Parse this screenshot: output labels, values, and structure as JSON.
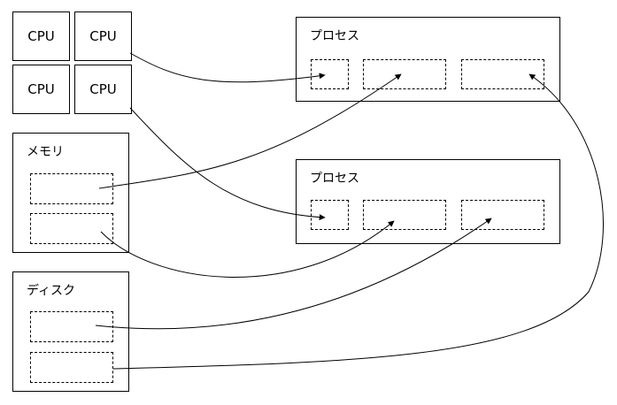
{
  "cpus": [
    {
      "label": "CPU"
    },
    {
      "label": "CPU"
    },
    {
      "label": "CPU"
    },
    {
      "label": "CPU"
    }
  ],
  "memory": {
    "title": "メモリ"
  },
  "disk": {
    "title": "ディスク"
  },
  "processes": [
    {
      "title": "プロセス"
    },
    {
      "title": "プロセス"
    }
  ],
  "colors": {
    "line": "#000000",
    "background": "#ffffff"
  }
}
